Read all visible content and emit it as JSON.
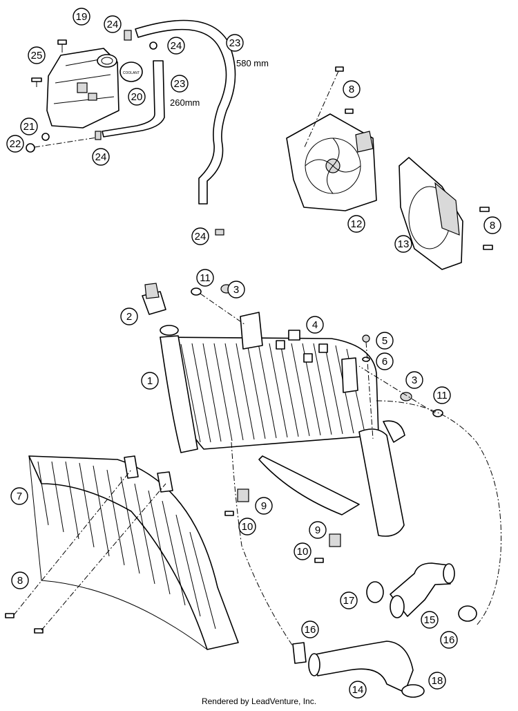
{
  "callouts": [
    {
      "label": "19"
    },
    {
      "label": "24"
    },
    {
      "label": "24"
    },
    {
      "label": "23"
    },
    {
      "label": "25"
    },
    {
      "label": "20"
    },
    {
      "label": "23"
    },
    {
      "label": "21"
    },
    {
      "label": "22"
    },
    {
      "label": "24"
    },
    {
      "label": "24"
    },
    {
      "label": "8"
    },
    {
      "label": "12"
    },
    {
      "label": "8"
    },
    {
      "label": "13"
    },
    {
      "label": "11"
    },
    {
      "label": "3"
    },
    {
      "label": "2"
    },
    {
      "label": "4"
    },
    {
      "label": "5"
    },
    {
      "label": "6"
    },
    {
      "label": "1"
    },
    {
      "label": "3"
    },
    {
      "label": "11"
    },
    {
      "label": "7"
    },
    {
      "label": "9"
    },
    {
      "label": "10"
    },
    {
      "label": "9"
    },
    {
      "label": "10"
    },
    {
      "label": "8"
    },
    {
      "label": "17"
    },
    {
      "label": "15"
    },
    {
      "label": "16"
    },
    {
      "label": "16"
    },
    {
      "label": "14"
    },
    {
      "label": "18"
    }
  ],
  "dimensions": {
    "hose_long": "580 mm",
    "hose_short": "260mm"
  },
  "cap_text": "COOLANT",
  "footer": "Rendered by LeadVenture, Inc."
}
